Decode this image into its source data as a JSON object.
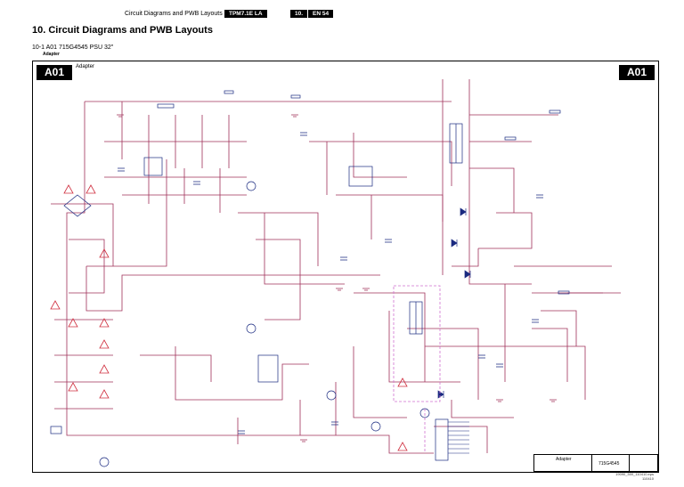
{
  "header": {
    "section_title": "Circuit Diagrams and PWB Layouts",
    "model": "TPM7.1E LA",
    "chapter": "10.",
    "language": "EN 54"
  },
  "page_title": "10.  Circuit Diagrams and PWB Layouts",
  "sub_title": "10-1 A01 715G4545 PSU 32\"",
  "sub_label": "Adapter",
  "diagram": {
    "tag_left": "A01",
    "tag_right": "A01",
    "label": "Adapter",
    "title_block": {
      "name": "Adapter",
      "number": "715G4545"
    }
  },
  "footer": {
    "line1": "19090_500_110410.eps",
    "line2": "110410"
  },
  "colors": {
    "wire": "#a0305a",
    "component": "#1a2a80",
    "frame": "#000000",
    "warning": "#d03040",
    "highlight": "#d070d0"
  }
}
